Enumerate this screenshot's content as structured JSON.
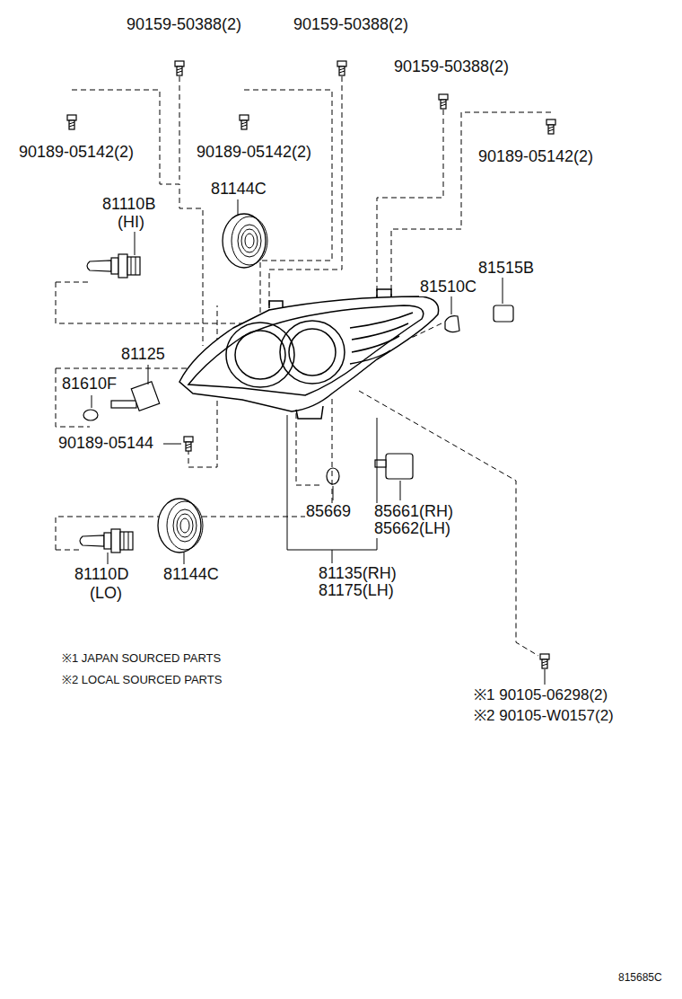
{
  "diagram": {
    "labels": [
      "90159-50388(2)",
      "90159-50388(2)",
      "90159-50388(2)",
      "90189-05142(2)",
      "90189-05142(2)",
      "90189-05142(2)",
      "81110B",
      "(HI)",
      "81144C",
      "81515B",
      "81510C",
      "81125",
      "81610F",
      "90189-05144",
      "85669",
      "85661(RH)",
      "85662(LH)",
      "81110D",
      "(LO)",
      "81144C",
      "81135(RH)",
      "81175(LH)",
      "※1 JAPAN SOURCED PARTS",
      "※2 LOCAL SOURCED PARTS",
      "※1 90105-06298(2)",
      "※2 90105-W0157(2)",
      "815685C"
    ]
  }
}
